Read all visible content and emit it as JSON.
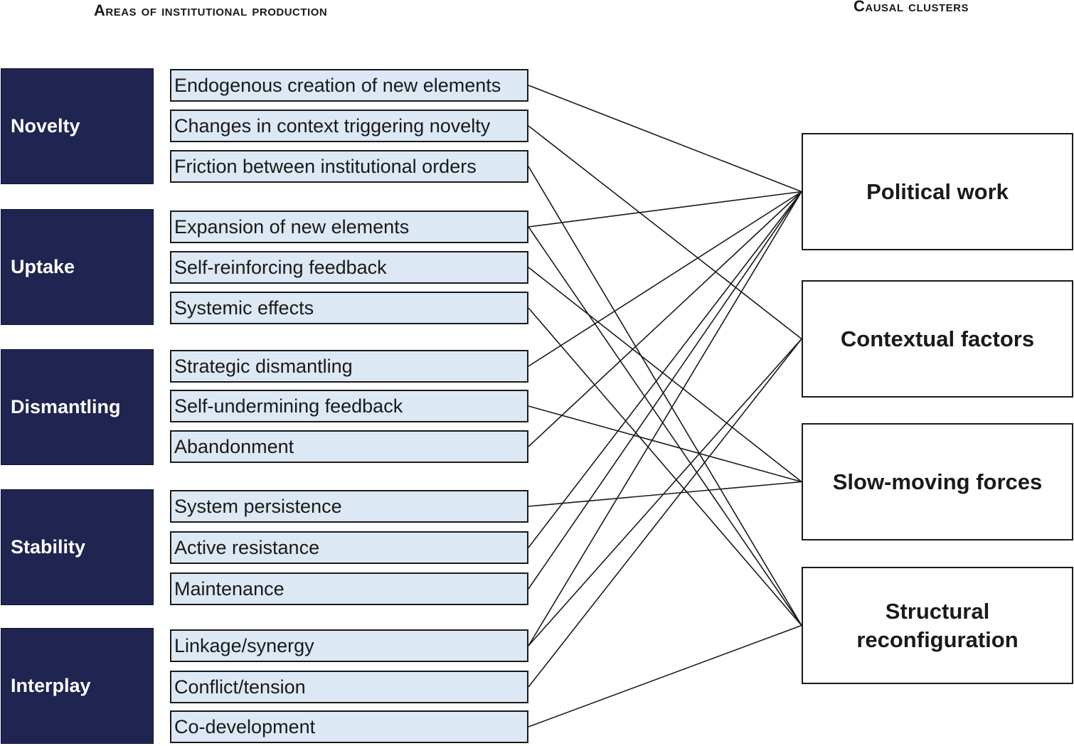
{
  "headings": {
    "left": "Areas of institutional production",
    "right": "Causal clusters"
  },
  "areas": [
    {
      "label": "Novelty",
      "items": [
        "Endogenous creation of new elements",
        "Changes in context triggering novelty",
        "Friction between institutional orders"
      ]
    },
    {
      "label": "Uptake",
      "items": [
        "Expansion of new elements",
        "Self-reinforcing feedback",
        "Systemic effects"
      ]
    },
    {
      "label": "Dismantling",
      "items": [
        "Strategic dismantling",
        "Self-undermining feedback",
        "Abandonment"
      ]
    },
    {
      "label": "Stability",
      "items": [
        "System persistence",
        "Active resistance",
        "Maintenance"
      ]
    },
    {
      "label": "Interplay",
      "items": [
        "Linkage/synergy",
        "Conflict/tension",
        "Co-development"
      ]
    }
  ],
  "clusters": [
    "Political work",
    "Contextual factors",
    "Slow-moving forces",
    "Structural reconfiguration"
  ],
  "links": [
    {
      "from": "Endogenous creation of new elements",
      "to": "Political work"
    },
    {
      "from": "Changes in context triggering novelty",
      "to": "Contextual factors"
    },
    {
      "from": "Friction between institutional orders",
      "to": "Structural reconfiguration"
    },
    {
      "from": "Expansion of new elements",
      "to": "Political work"
    },
    {
      "from": "Expansion of new elements",
      "to": "Structural reconfiguration"
    },
    {
      "from": "Self-reinforcing feedback",
      "to": "Slow-moving forces"
    },
    {
      "from": "Systemic effects",
      "to": "Structural reconfiguration"
    },
    {
      "from": "Strategic dismantling",
      "to": "Political work"
    },
    {
      "from": "Self-undermining feedback",
      "to": "Slow-moving forces"
    },
    {
      "from": "Abandonment",
      "to": "Political work"
    },
    {
      "from": "System persistence",
      "to": "Slow-moving forces"
    },
    {
      "from": "Active resistance",
      "to": "Political work"
    },
    {
      "from": "Maintenance",
      "to": "Political work"
    },
    {
      "from": "Linkage/synergy",
      "to": "Political work"
    },
    {
      "from": "Linkage/synergy",
      "to": "Contextual factors"
    },
    {
      "from": "Conflict/tension",
      "to": "Contextual factors"
    },
    {
      "from": "Co-development",
      "to": "Structural reconfiguration"
    }
  ],
  "colors": {
    "area_fill": "#1f2450",
    "item_fill": "#dce8f4",
    "line": "#1a1a1a"
  }
}
